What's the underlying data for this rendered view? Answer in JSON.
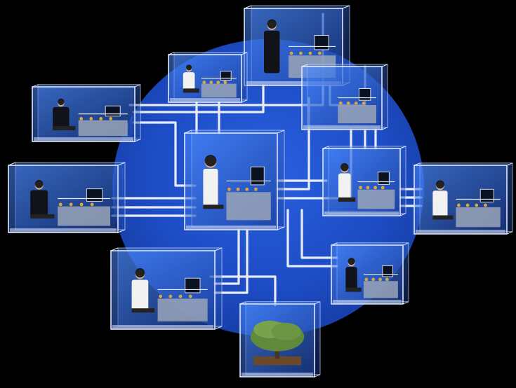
{
  "scene": {
    "colors": {
      "background": "#000000",
      "disc": "#1e4fc9",
      "pipe": "#e8ecf4",
      "box_edge": "#dfe8ff",
      "box_glass": "#3a78ff",
      "suit": "#111318",
      "white_shirt": "#f2f2f2",
      "equipment": "#9aa4b8",
      "brass": "#d9a93a",
      "bonsai": "#5f8a3c",
      "screen": "#0b1322"
    },
    "modules": [
      {
        "occupant": "person-black-suit-standing"
      },
      {
        "occupant": "person-white-shirt-seated"
      },
      {
        "occupant": "person-black-suit-seated"
      },
      {
        "occupant": "equipment-only"
      },
      {
        "occupant": "person-white-shirt-seated"
      },
      {
        "occupant": "person-black-suit-seated"
      },
      {
        "occupant": "person-white-shirt-seated"
      },
      {
        "occupant": "person-white-shirt-seated"
      },
      {
        "occupant": "person-black-suit-seated"
      },
      {
        "occupant": "person-white-shirt-seated"
      },
      {
        "occupant": "person-black-suit-seated"
      },
      {
        "occupant": "bonsai-tree"
      }
    ]
  }
}
